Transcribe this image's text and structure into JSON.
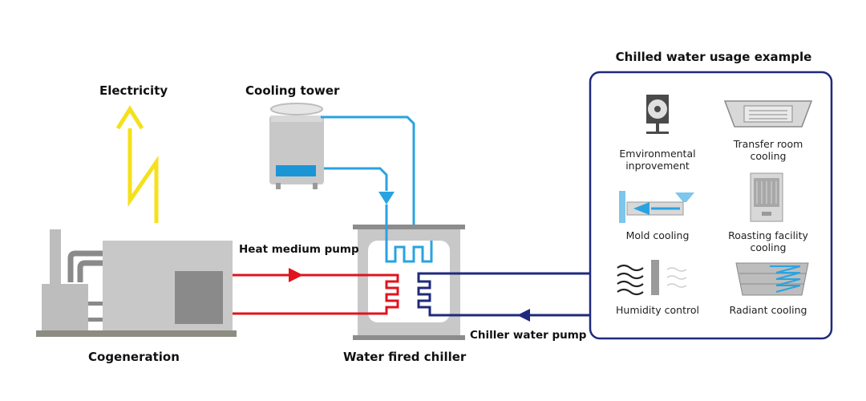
{
  "labels": {
    "electricity": "Electricity",
    "cooling_tower": "Cooling tower",
    "heat_medium_pump": "Heat medium pump",
    "cogeneration": "Cogeneration",
    "water_fired_chiller": "Water fired chiller",
    "chiller_water_pump": "Chiller water pump"
  },
  "usage": {
    "title": "Chilled water usage example",
    "items": [
      {
        "line1": "Emvironmental",
        "line2": "inprovement",
        "icon": "fan-icon"
      },
      {
        "line1": "Transfer room",
        "line2": "cooling",
        "icon": "ceiling-ac-icon"
      },
      {
        "line1": "Mold cooling",
        "line2": "",
        "icon": "mold-machine-icon"
      },
      {
        "line1": "Roasting facility",
        "line2": "cooling",
        "icon": "air-conditioner-unit-icon"
      },
      {
        "line1": "Humidity control",
        "line2": "",
        "icon": "humidity-icon"
      },
      {
        "line1": "Radiant cooling",
        "line2": "",
        "icon": "radiant-panel-icon"
      }
    ]
  },
  "colors": {
    "hot_line": "#e0141e",
    "chilled_line": "#1f2a7c",
    "cooling_line": "#29a3e0",
    "electricity": "#f5e11b",
    "machine_gray": "#c8c8c8",
    "frame_navy": "#1f2a7c"
  }
}
